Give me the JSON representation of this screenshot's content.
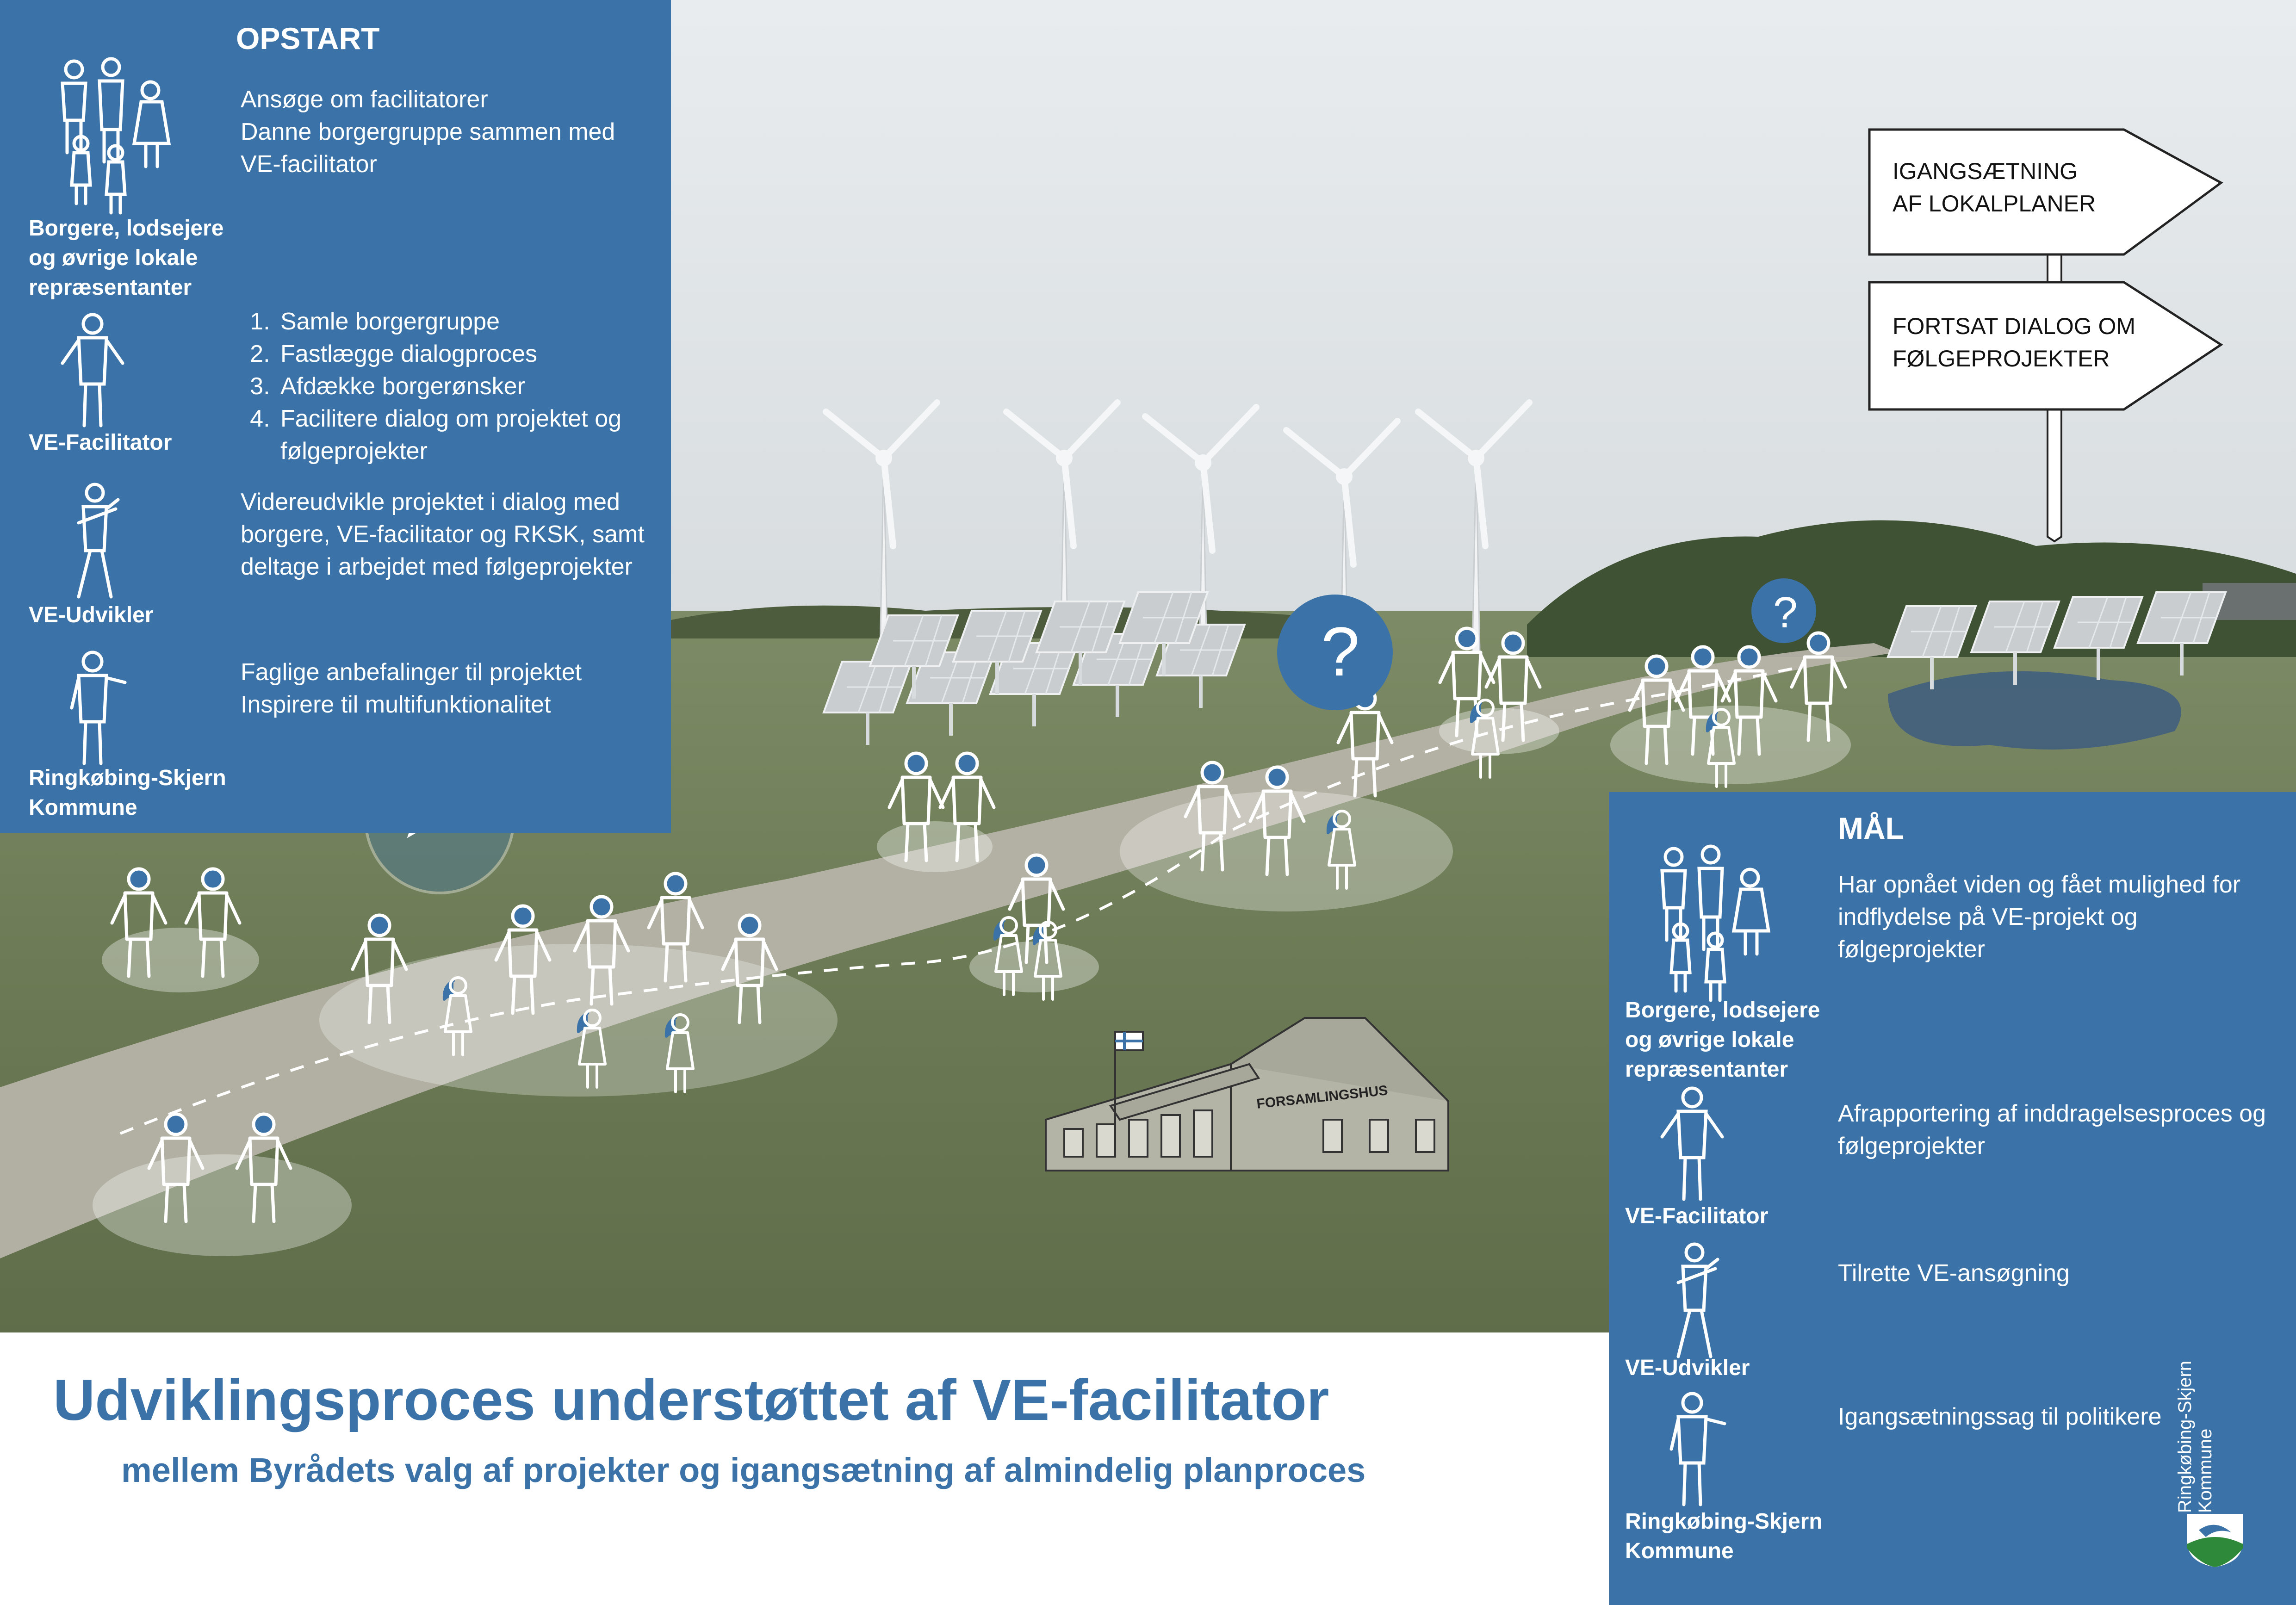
{
  "title": "Udviklingsproces understøttet af VE-facilitator",
  "subtitle": "mellem Byrådets valg af projekter og igangsætning af almindelig planproces",
  "colors": {
    "panel_blue": "#3b73a8",
    "sky": "#dfe3e6",
    "field_green": "#6e7f58",
    "path_gray": "#b7b3a8"
  },
  "start_panel": {
    "heading": "OPSTART",
    "roles": [
      {
        "icon": "group-of-people-icon",
        "label": "Borgere, lodsejere og øvrige lokale repræsentanter",
        "lines": [
          "Ansøge om facilitatorer",
          "Danne borgergruppe sammen med VE-facilitator"
        ]
      },
      {
        "icon": "facilitator-person-icon",
        "label": "VE-Facilitator",
        "steps": [
          "Samle borgergruppe",
          "Fastlægge dialogproces",
          "Afdække borgerønsker",
          "Facilitere dialog om projektet og følgeprojekter"
        ]
      },
      {
        "icon": "developer-person-icon",
        "label": "VE-Udvikler",
        "text": "Videreudvikle projektet i dialog med borgere, VE-facilitator og RKSK, samt deltage i arbejdet med følgeprojekter"
      },
      {
        "icon": "municipality-person-icon",
        "label": "Ringkøbing-Skjern Kommune",
        "lines": [
          "Faglige anbefalinger til projektet",
          "Inspirere til multifunktionalitet"
        ]
      }
    ]
  },
  "goal_panel": {
    "heading": "MÅL",
    "roles": [
      {
        "icon": "group-of-people-icon",
        "label": "Borgere, lodsejere og øvrige lokale repræsentanter",
        "text": "Har opnået viden og fået mulighed for indflydelse på VE-projekt og følgeprojekter"
      },
      {
        "icon": "facilitator-person-icon",
        "label": "VE-Facilitator",
        "text": "Afrapportering af inddragelsesproces og følgeprojekter"
      },
      {
        "icon": "developer-person-icon",
        "label": "VE-Udvikler",
        "text": "Tilrette VE-ansøgning"
      },
      {
        "icon": "municipality-person-icon",
        "label": "Ringkøbing-Skjern Kommune",
        "text": "Igangsætningssag til politikere"
      }
    ]
  },
  "signpost": {
    "sign_1": [
      "IGANGSÆTNING",
      "AF LOKALPLANER"
    ],
    "sign_2": [
      "FORTSAT DIALOG OM",
      "FØLGEPROJEKTER"
    ]
  },
  "building": {
    "label": "FORSAMLINGSHUS"
  },
  "logo": {
    "lines": [
      "Ringkøbing-Skjern",
      "Kommune"
    ],
    "icon": "municipality-logo-icon"
  }
}
